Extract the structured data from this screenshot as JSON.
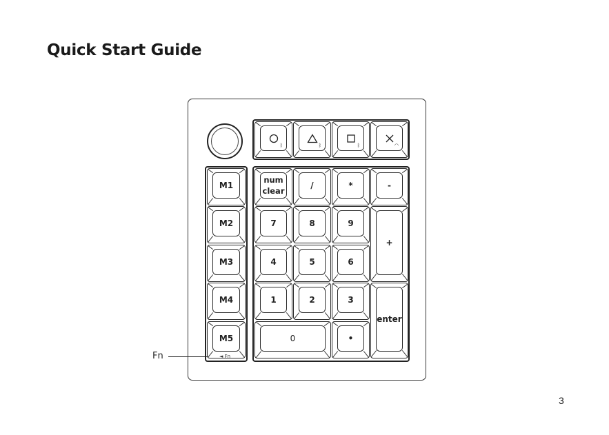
{
  "page": {
    "title": "Quick Start Guide",
    "page_number": "3",
    "fn_label": "Fn"
  },
  "keypad": {
    "knob": {
      "icon": "rotary-knob"
    },
    "top_row": [
      {
        "id": "circle",
        "icon": "circle-icon",
        "sub_icon": "bluetooth-icon"
      },
      {
        "id": "triangle",
        "icon": "triangle-icon",
        "sub_icon": "bluetooth-icon"
      },
      {
        "id": "square",
        "icon": "square-icon",
        "sub_icon": "bluetooth-icon"
      },
      {
        "id": "cross",
        "icon": "cross-icon",
        "sub_icon": "wifi-icon"
      }
    ],
    "macro_keys": [
      "M1",
      "M2",
      "M3",
      "M4",
      "M5"
    ],
    "fn_key_mark": "◄ Fn",
    "numpad": {
      "num_line1": "num",
      "num_line2": "clear",
      "slash": "/",
      "asterisk": "*",
      "minus": "-",
      "plus": "+",
      "enter": "enter",
      "k7": "7",
      "k8": "8",
      "k9": "9",
      "k4": "4",
      "k5": "5",
      "k6": "6",
      "k1": "1",
      "k2": "2",
      "k3": "3",
      "k0": "0",
      "dot": "•"
    }
  }
}
